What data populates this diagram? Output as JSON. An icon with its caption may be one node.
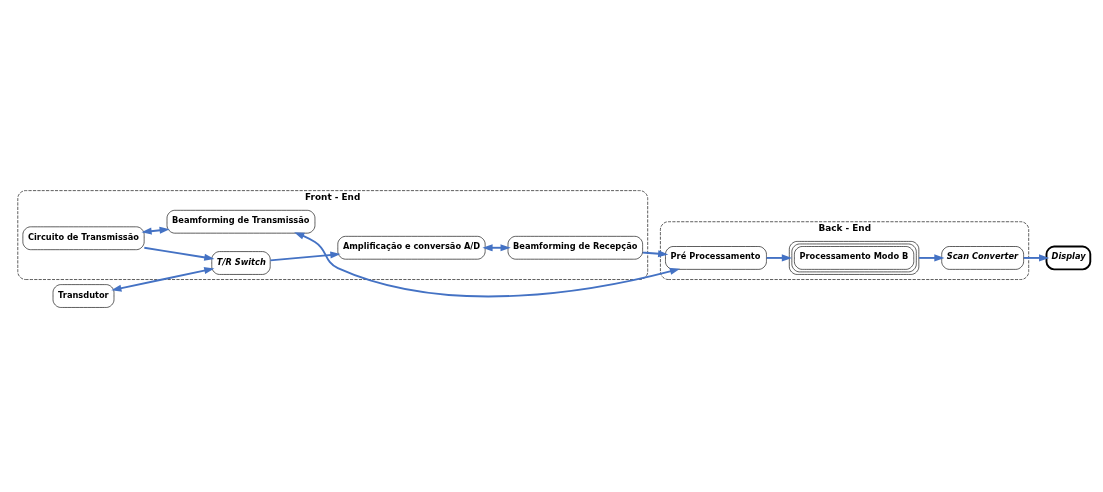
{
  "diagram": {
    "nodes": [
      {
        "text": [
          "Front - End"
        ]
      },
      {
        "text": [
          "Circuito de Transmissão"
        ],
        "in": 0
      },
      {
        "text": [
          "Beamforming de Transmissão"
        ],
        "in": 0
      },
      {
        "text": [
          "T/R Switch"
        ],
        "in": 0
      },
      {
        "text": [
          "Beamforming de Recepção"
        ],
        "in": 0
      },
      {
        "text": [
          "Amplificação e conversão A/D"
        ],
        "in": 0
      },
      {
        "text": [
          "Transdutor"
        ]
      },
      {
        "text": [
          "Back - End"
        ]
      },
      {
        "text": [
          "Pré Processamento"
        ],
        "in": 7
      },
      {
        "text": [
          "Processamento Modo B"
        ],
        "in": 7
      },
      {
        "text": [
          "Scan Converter"
        ],
        "in": 7
      },
      {
        "text": [
          "Display"
        ]
      }
    ],
    "edges": [
      {
        "from": 1,
        "to": 2,
        "arrow": "both"
      },
      {
        "from": 1,
        "to": 3,
        "arrow": "to"
      },
      {
        "from": 6,
        "to": 3,
        "arrow": "both"
      },
      {
        "from": 3,
        "to": 5,
        "arrow": "to"
      },
      {
        "from": 5,
        "to": 4,
        "arrow": "both"
      },
      {
        "from": 2,
        "to": 8,
        "arrow": "both"
      },
      {
        "from": 4,
        "to": 8,
        "arrow": "to"
      },
      {
        "from": 8,
        "to": 9,
        "arrow": "to"
      },
      {
        "from": 9,
        "to": 10,
        "arrow": "to"
      },
      {
        "from": 10,
        "to": 11,
        "arrow": "to"
      }
    ]
  }
}
